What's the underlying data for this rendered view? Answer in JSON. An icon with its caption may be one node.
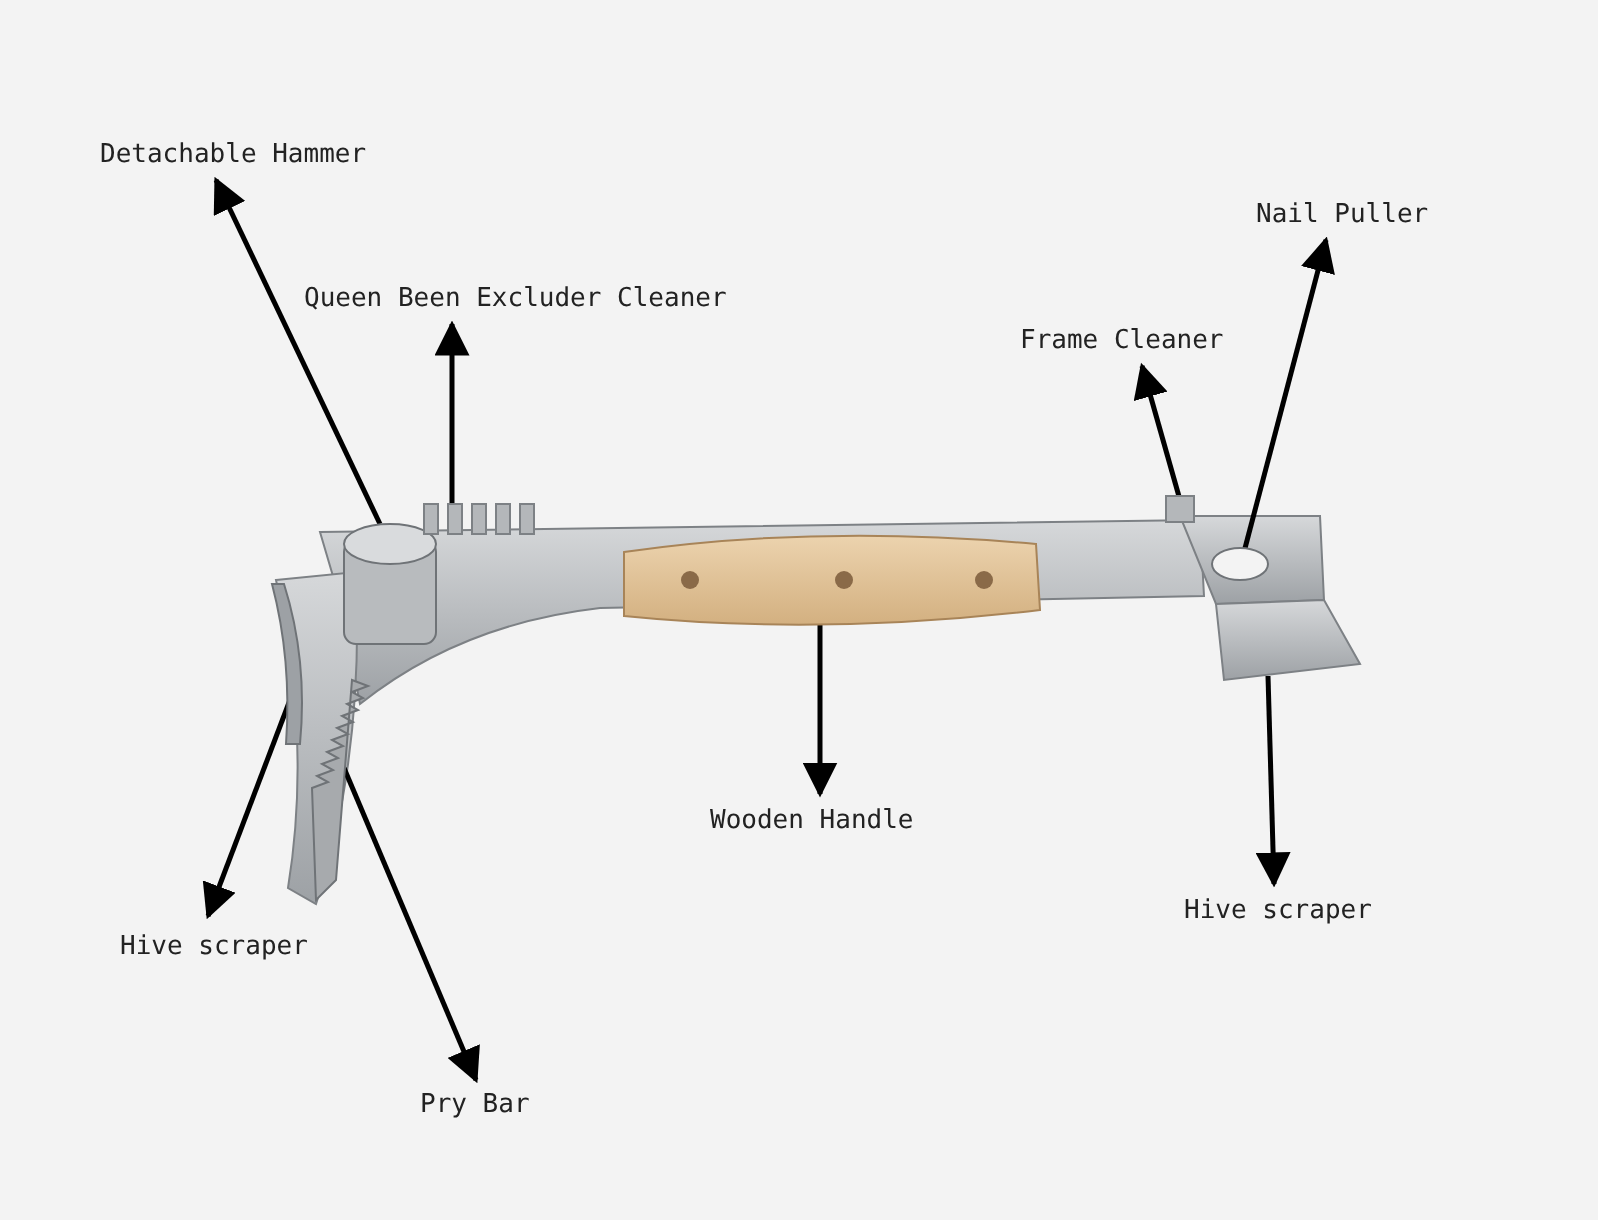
{
  "diagram": {
    "nodes": [
      {
        "text": [
          "Detachable Hammer"
        ]
      },
      {
        "text": [
          "Queen Been Excluder Cleaner"
        ]
      },
      {
        "text": [
          "Nail Puller"
        ]
      },
      {
        "text": [
          "Frame Cleaner"
        ]
      },
      {
        "text": [
          "Wooden Handle"
        ]
      },
      {
        "text": [
          "Hive scraper"
        ]
      },
      {
        "text": [
          "Hive scraper"
        ]
      },
      {
        "text": [
          "Pry Bar"
        ]
      },
      {
        "text": [],
        "shape": "cylinder"
      },
      {
        "text": [],
        "shape": "picture"
      },
      {
        "text": [],
        "shape": "circle"
      },
      {
        "text": [],
        "shape": "box"
      },
      {
        "text": [],
        "shape": "picture"
      },
      {
        "text": [],
        "shape": "picture"
      },
      {
        "text": [],
        "shape": "picture"
      },
      {
        "text": [],
        "shape": "picture"
      }
    ],
    "edges": [
      {
        "from": 8,
        "to": 0,
        "arrow": "to"
      },
      {
        "from": 9,
        "to": 1,
        "arrow": "to"
      },
      {
        "from": 10,
        "to": 2,
        "arrow": "to"
      },
      {
        "from": 11,
        "to": 3,
        "arrow": "to"
      },
      {
        "from": 12,
        "to": 4,
        "arrow": "to"
      },
      {
        "from": 13,
        "to": 5,
        "arrow": "to"
      },
      {
        "from": 14,
        "to": 6,
        "arrow": "to"
      },
      {
        "from": 15,
        "to": 7,
        "arrow": "to"
      }
    ]
  }
}
